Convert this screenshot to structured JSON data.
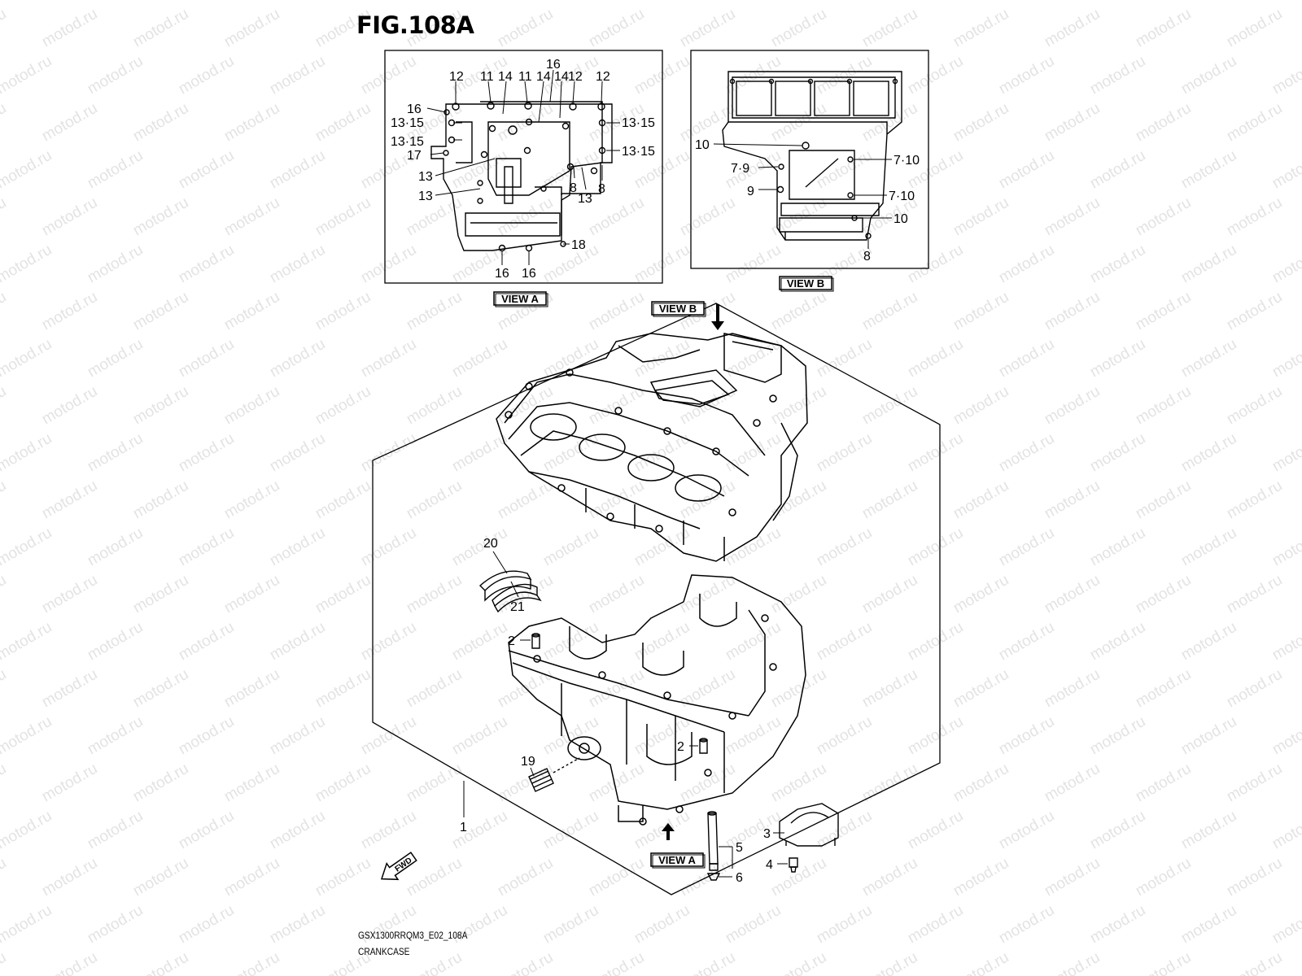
{
  "figure": {
    "title": "FIG.108A",
    "watermark": "motod.ru",
    "model_code": "GSX1300RRQM3_E02_108A",
    "name": "CRANKCASE"
  },
  "view_a_inset": {
    "labels": [
      "12",
      "11",
      "14",
      "11",
      "14",
      "16",
      "14",
      "12",
      "12",
      "16",
      "13·15",
      "13·15",
      "17",
      "13",
      "13",
      "13·15",
      "13·15",
      "8",
      "13",
      "8",
      "18",
      "16",
      "16"
    ]
  },
  "view_b_inset": {
    "labels": [
      "10",
      "7·9",
      "9",
      "7·10",
      "7·10",
      "10",
      "8"
    ]
  },
  "main_view": {
    "labels": [
      "20",
      "21",
      "2",
      "2",
      "19",
      "1",
      "3",
      "5",
      "4",
      "6"
    ]
  },
  "tags": {
    "view_a": "VIEW A",
    "view_b": "VIEW B",
    "view_b_arrow": "VIEW B",
    "view_a_arrow": "VIEW A",
    "fwd": "FWD"
  },
  "colors": {
    "ink": "#000000",
    "watermark": "#e3e3e3",
    "background": "#ffffff"
  }
}
